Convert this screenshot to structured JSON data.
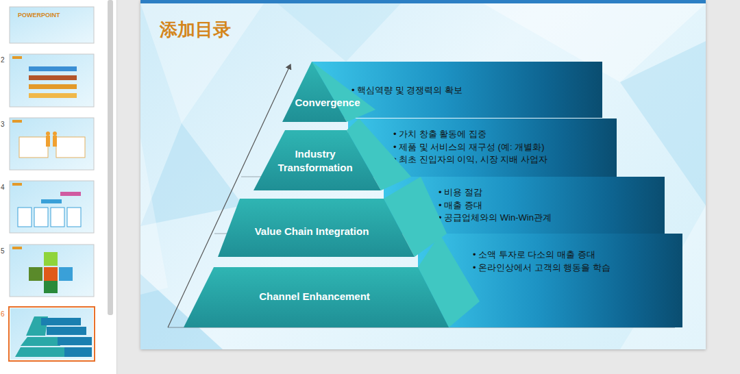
{
  "diagram": {
    "title": "添加目录",
    "nodes": [
      {
        "text": [
          "Convergence"
        ]
      },
      {
        "text": [
          "• 핵심역량 및 경쟁력의 확보"
        ]
      },
      {
        "text": [
          "Industry Transformation"
        ]
      },
      {
        "text": [
          "• 가치 창출 활동에 집중",
          "• 제품 및 서비스의 재구성 (예: 개별화)",
          "• 최초 진입자의 이익, 시장 지배 사업자"
        ]
      },
      {
        "text": [
          "Value Chain Integration"
        ]
      },
      {
        "text": [
          "• 비용 절감",
          "• 매출 증대",
          "• 공급업체와의 Win-Win관계"
        ]
      },
      {
        "text": [
          "Channel Enhancement"
        ]
      },
      {
        "text": [
          "• 소액 투자로 다소의 매출 증대",
          "• 온라인상에서 고객의 행동을 학습"
        ]
      }
    ],
    "labels": [
      "POWERPOINT",
      "2",
      "3",
      "4",
      "5",
      "6"
    ]
  }
}
